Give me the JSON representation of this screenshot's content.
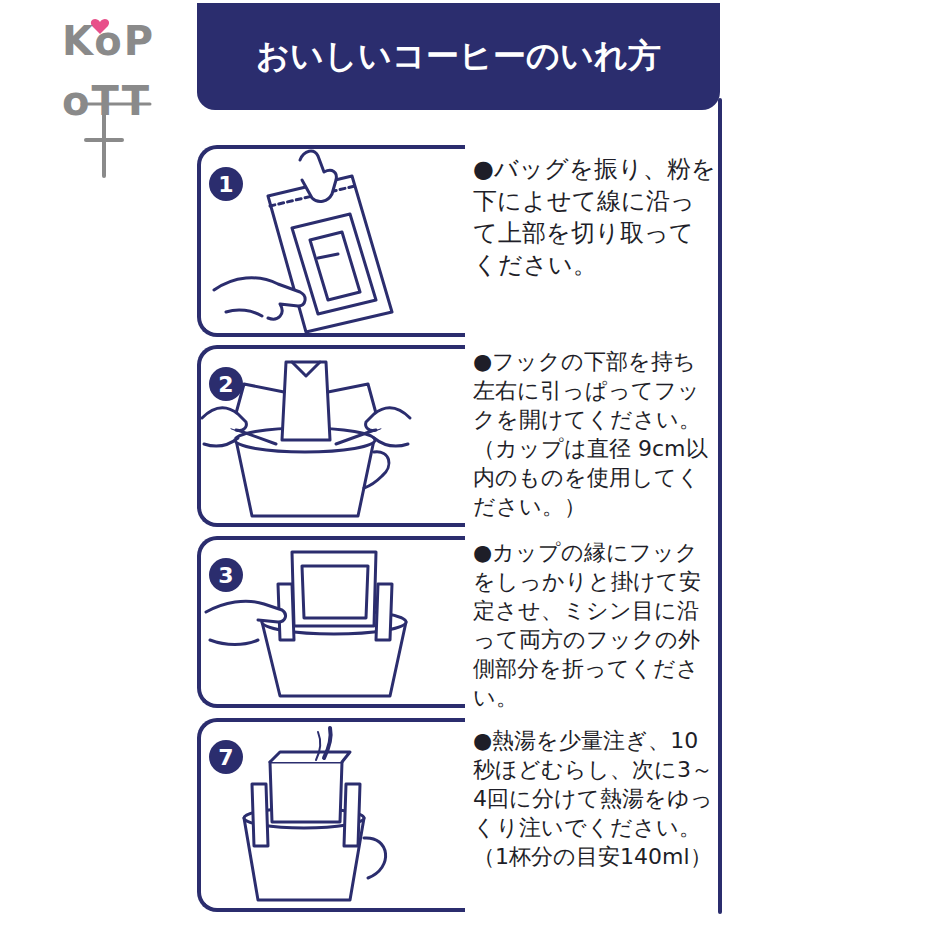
{
  "diagram": {
    "title": "おいしいコーヒーのいれ方",
    "nodes": [
      {
        "text": [
          "●バッグを振り、粉を下によせて線に沿って上部を切り取ってください。"
        ]
      },
      {
        "text": [
          "1"
        ],
        "in": 0
      },
      {
        "text": [
          "●フックの下部を持ち左右に引っぱってフックを開けてください。",
          "（カップは直径 9cm以内のものを使用してください。）"
        ]
      },
      {
        "text": [
          "2"
        ],
        "in": 2
      },
      {
        "text": [
          "●カップの縁にフックをしっかりと掛けて安定させ、ミシン目に沿って両方のフックの外側部分を折ってください。"
        ]
      },
      {
        "text": [
          "3"
        ],
        "in": 4
      },
      {
        "text": [
          "●熱湯を少量注ぎ、10秒ほどむらし、次に3～4回に分けて熱湯をゆっくり注いでください。",
          "（1杯分の目安140ml）"
        ]
      },
      {
        "text": [
          "7"
        ],
        "in": 6
      }
    ],
    "labels": [
      "KoP",
      "oTT"
    ]
  }
}
